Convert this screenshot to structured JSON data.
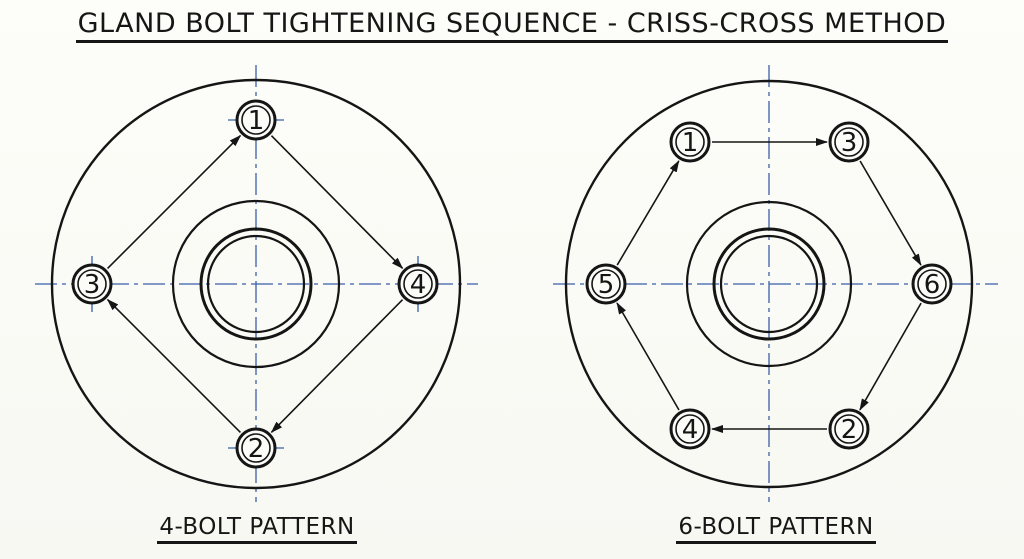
{
  "title": "GLAND BOLT TIGHTENING SEQUENCE - CRISS-CROSS METHOD",
  "patterns": [
    {
      "id": "four",
      "caption": "4-BOLT PATTERN",
      "bolts": [
        "1",
        "2",
        "3",
        "4"
      ],
      "sequence": [
        "1",
        "4",
        "2",
        "3",
        "1"
      ]
    },
    {
      "id": "six",
      "caption": "6-BOLT PATTERN",
      "bolts": [
        "1",
        "2",
        "3",
        "4",
        "5",
        "6"
      ],
      "sequence": [
        "1",
        "3",
        "6",
        "2",
        "4",
        "5",
        "1"
      ]
    }
  ],
  "colors": {
    "ink": "#151515",
    "centerline": "#3b5fa8",
    "paper": "#fbfbf7"
  }
}
